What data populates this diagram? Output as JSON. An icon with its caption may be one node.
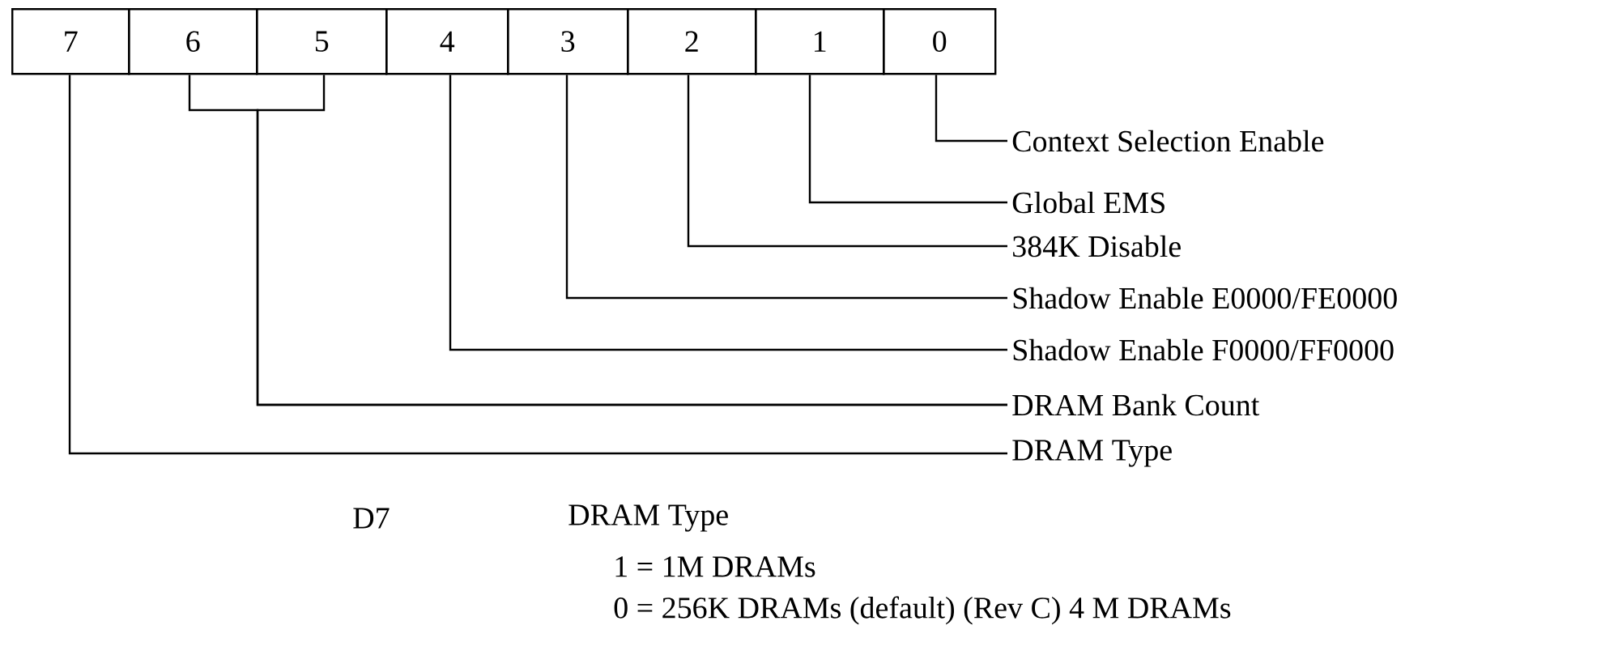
{
  "diagram": {
    "nodes": [
      {
        "text": [
          "7"
        ]
      },
      {
        "text": [
          "6"
        ]
      },
      {
        "text": [
          "5"
        ]
      },
      {
        "text": [
          "4"
        ]
      },
      {
        "text": [
          "3"
        ]
      },
      {
        "text": [
          "2"
        ]
      },
      {
        "text": [
          "1"
        ]
      },
      {
        "text": [
          "0"
        ]
      },
      {
        "text": [
          "Context Selection Enable"
        ]
      },
      {
        "text": [
          "Global EMS"
        ]
      },
      {
        "text": [
          "384K Disable"
        ]
      },
      {
        "text": [
          "Shadow Enable E0000/FE0000"
        ]
      },
      {
        "text": [
          "Shadow Enable F0000/FF0000"
        ]
      },
      {
        "text": [
          "DRAM Bank Count"
        ]
      },
      {
        "text": [
          "DRAM Type"
        ]
      }
    ],
    "edges": [
      {
        "from": 7,
        "to": 8,
        "arrow": "none"
      },
      {
        "from": 6,
        "to": 9,
        "arrow": "none"
      },
      {
        "from": 5,
        "to": 10,
        "arrow": "none"
      },
      {
        "from": 4,
        "to": 11,
        "arrow": "none"
      },
      {
        "from": 3,
        "to": 12,
        "arrow": "none"
      },
      {
        "from": 2,
        "to": 13,
        "arrow": "none"
      },
      {
        "from": 1,
        "to": 13,
        "arrow": "none"
      },
      {
        "from": 0,
        "to": 14,
        "arrow": "none"
      }
    ],
    "labels": [
      "D7",
      "DRAM Type",
      "1 = 1M DRAMs",
      "0 = 256K DRAMs (default) (Rev C) 4 M DRAMs"
    ]
  }
}
